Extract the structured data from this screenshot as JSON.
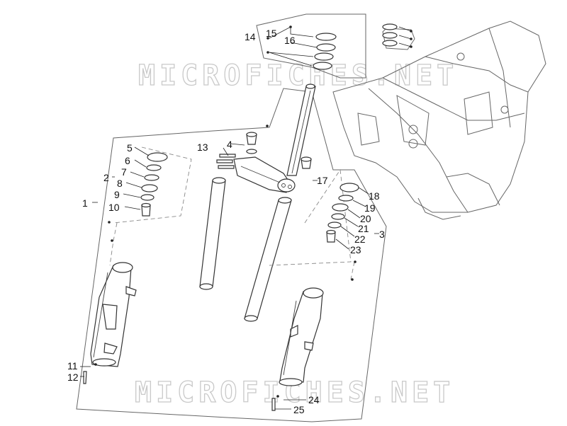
{
  "watermark": "MICROFICHES.NET",
  "callouts": {
    "c1": "1",
    "c2": "2",
    "c3": "3",
    "c4": "4",
    "c5": "5",
    "c6": "6",
    "c7": "7",
    "c8": "8",
    "c9": "9",
    "c10": "10",
    "c11": "11",
    "c12": "12",
    "c13": "13",
    "c14": "14",
    "c15": "15",
    "c16": "16",
    "c17": "17",
    "c18": "18",
    "c19": "19",
    "c20": "20",
    "c21": "21",
    "c22": "22",
    "c23": "23",
    "c24": "24",
    "c25": "25"
  },
  "colors": {
    "line": "#333333",
    "watermark": "#c9c9c9",
    "background": "#ffffff"
  }
}
